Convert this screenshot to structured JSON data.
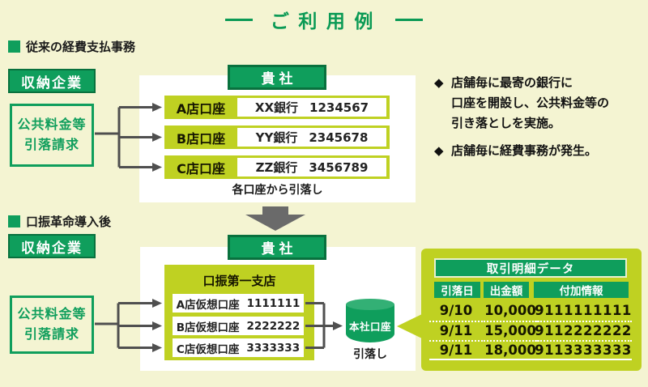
{
  "page": {
    "title": "ご利用例"
  },
  "icons": {
    "diamond": "◆"
  },
  "section1": {
    "heading": "従来の経費支払事務",
    "payee_label": "収納企業",
    "request_line1": "公共料金等",
    "request_line2": "引落請求",
    "company_label": "貴社",
    "accounts": [
      {
        "label": "A店口座",
        "bank": "XX銀行",
        "number": "1234567"
      },
      {
        "label": "B店口座",
        "bank": "YY銀行",
        "number": "2345678"
      },
      {
        "label": "C店口座",
        "bank": "ZZ銀行",
        "number": "3456789"
      }
    ],
    "caption": "各口座から引落し",
    "note1_line1": "店舗毎に最寄の銀行に",
    "note1_line2": "口座を開設し、公共料金等の",
    "note1_line3": "引き落としを実施。",
    "note2_line1": "店舗毎に経費事務が発生。"
  },
  "section2": {
    "heading": "口振革命導入後",
    "payee_label": "収納企業",
    "request_line1": "公共料金等",
    "request_line2": "引落請求",
    "company_label": "貴社",
    "branch": {
      "title": "口振第一支店",
      "accounts": [
        {
          "label": "A店仮想口座",
          "number": "1111111"
        },
        {
          "label": "B店仮想口座",
          "number": "2222222"
        },
        {
          "label": "C店仮想口座",
          "number": "3333333"
        }
      ]
    },
    "cylinder_label": "本社口座",
    "cylinder_caption": "引落し",
    "table": {
      "title": "取引明細データ",
      "columns": [
        "引落日",
        "出金額",
        "付加情報"
      ],
      "rows": [
        {
          "date": "9/10",
          "amount": "10,000",
          "info": "9111111111"
        },
        {
          "date": "9/11",
          "amount": "15,000",
          "info": "9112222222"
        },
        {
          "date": "9/11",
          "amount": "18,000",
          "info": "9113333333"
        }
      ]
    }
  }
}
